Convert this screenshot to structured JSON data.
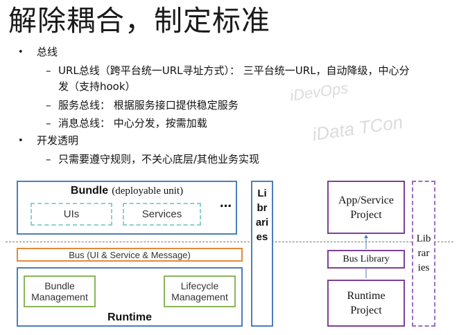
{
  "slide": {
    "title": "解除耦合，制定标准",
    "bullets": [
      {
        "level": 1,
        "marker": "•",
        "text": "总线"
      },
      {
        "level": 2,
        "marker": "–",
        "text": "URL总线（跨平台统一URL寻址方式）： 三平台统一URL，自动降级，中心分"
      },
      {
        "level": 2,
        "marker": "",
        "text": "发（支持hook）"
      },
      {
        "level": 2,
        "marker": "–",
        "text": "服务总线： 根据服务接口提供稳定服务"
      },
      {
        "level": 2,
        "marker": "–",
        "text": "消息总线： 中心分发，按需加载"
      },
      {
        "level": 1,
        "marker": "•",
        "text": "开发透明"
      },
      {
        "level": 2,
        "marker": "–",
        "text": "只需要遵守规则，不关心底层/其他业务实现"
      }
    ],
    "watermarks": [
      "iDevOps",
      "iData TCon"
    ]
  },
  "diagram_left": {
    "bundle_title": "Bundle",
    "bundle_subtitle": "(deployable unit)",
    "uis": "UIs",
    "services": "Services",
    "ellipsis": "…",
    "bus": "Bus (UI & Service & Message)",
    "bundle_mgmt_line1": "Bundle",
    "bundle_mgmt_line2": "Management",
    "lifecycle_line1": "Lifecycle",
    "lifecycle_line2": "Management",
    "runtime": "Runtime",
    "libraries_lines": [
      "Li",
      "br",
      "ari",
      "es"
    ]
  },
  "diagram_right": {
    "app_line1": "App/Service",
    "app_line2": "Project",
    "bus_library": "Bus Library",
    "runtime_line1": "Runtime",
    "runtime_line2": "Project",
    "libraries_lines": [
      "Lib",
      "rar",
      "ies"
    ]
  },
  "colors": {
    "blue": "#4a7ebb",
    "purple": "#7d3f98",
    "orange": "#e28a3a",
    "green": "#8ab55a",
    "teal_dashed": "#8ccfcf"
  }
}
